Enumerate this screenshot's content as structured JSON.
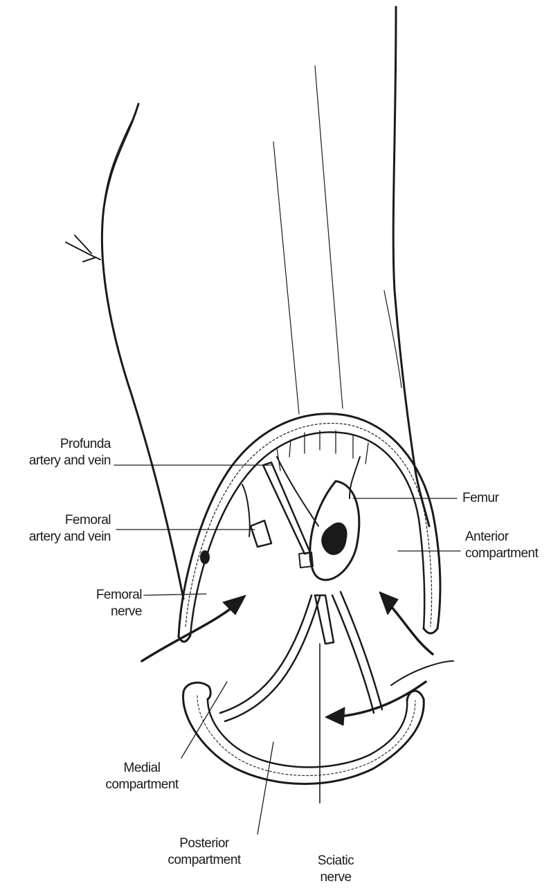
{
  "labels": {
    "profunda": [
      "Profunda",
      "artery and vein"
    ],
    "femoral_vessels": [
      "Femoral",
      "artery and vein"
    ],
    "femoral_nerve": [
      "Femoral",
      "nerve"
    ],
    "femur": [
      "Femur"
    ],
    "anterior": [
      "Anterior",
      "compartment"
    ],
    "medial": [
      "Medial",
      "compartment"
    ],
    "posterior": [
      "Posterior",
      "compartment"
    ],
    "sciatic": [
      "Sciatic",
      "nerve"
    ]
  },
  "colors": {
    "ink": "#1a1a1a",
    "paper": "#ffffff"
  }
}
